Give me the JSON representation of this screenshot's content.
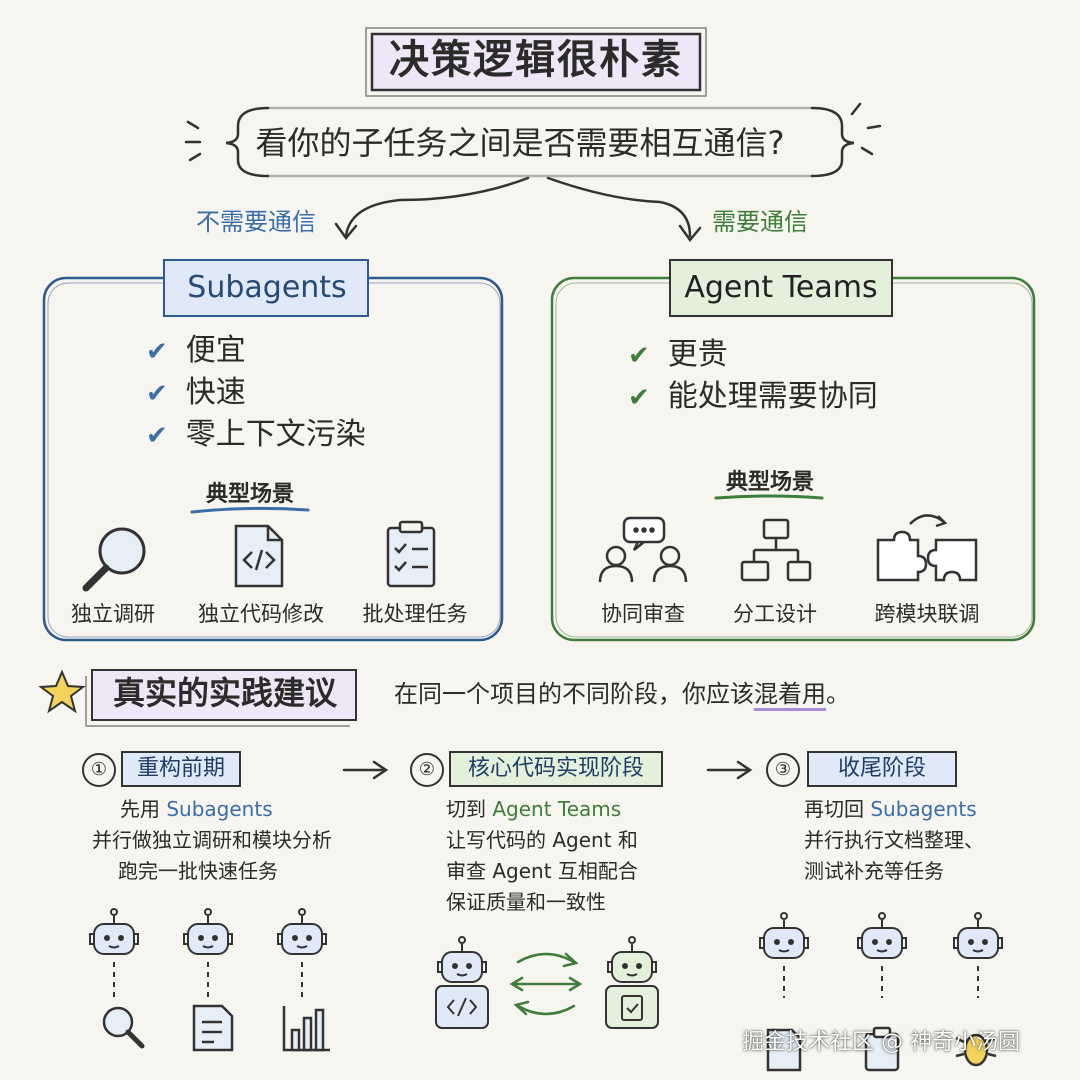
{
  "title": "决策逻辑很朴素",
  "question": "看你的子任务之间是否需要相互通信?",
  "branches": {
    "left": "不需要通信",
    "right": "需要通信"
  },
  "subagents": {
    "title": "Subagents",
    "pros": [
      "便宜",
      "快速",
      "零上下文污染"
    ],
    "scenes_title": "典型场景",
    "scenes": [
      {
        "icon": "magnifier-icon",
        "label": "独立调研"
      },
      {
        "icon": "code-file-icon",
        "label": "独立代码修改"
      },
      {
        "icon": "clipboard-checklist-icon",
        "label": "批处理任务"
      }
    ]
  },
  "agent_teams": {
    "title": "Agent Teams",
    "pros": [
      "更贵",
      "能处理需要协同"
    ],
    "scenes_title": "典型场景",
    "scenes": [
      {
        "icon": "chat-people-icon",
        "label": "协同审查"
      },
      {
        "icon": "flowchart-icon",
        "label": "分工设计"
      },
      {
        "icon": "puzzle-icon",
        "label": "跨模块联调"
      }
    ]
  },
  "tip": {
    "title": "真实的实践建议",
    "text_before": "在同一个项目的不同阶段，你应该",
    "text_highlight": "混着用",
    "text_after": "。"
  },
  "stages": [
    {
      "num": "①",
      "label": "重构前期",
      "line1_prefix": "先用 ",
      "line1_accent": "Subagents",
      "lines": [
        "并行做独立调研和模块分析",
        "跑完一批快速任务"
      ]
    },
    {
      "num": "②",
      "label": "核心代码实现阶段",
      "line1_prefix": "切到 ",
      "line1_accent": "Agent Teams",
      "lines": [
        "让写代码的 Agent 和",
        "审查 Agent 互相配合",
        "保证质量和一致性"
      ]
    },
    {
      "num": "③",
      "label": "收尾阶段",
      "line1_prefix": "再切回 ",
      "line1_accent": "Subagents",
      "lines": [
        "并行执行文档整理、",
        "测试补充等任务"
      ]
    }
  ],
  "watermark": "掘金技术社区 @ 神奇小汤圆",
  "colors": {
    "blue": "#3b6ea8",
    "green": "#3f7d3a",
    "purple_highlight": "#a98bd6",
    "title_bg": "#efe6f7",
    "label_bg": "#dfe9f7",
    "green_bg": "#e3f0dc",
    "star": "#f3d35b"
  }
}
